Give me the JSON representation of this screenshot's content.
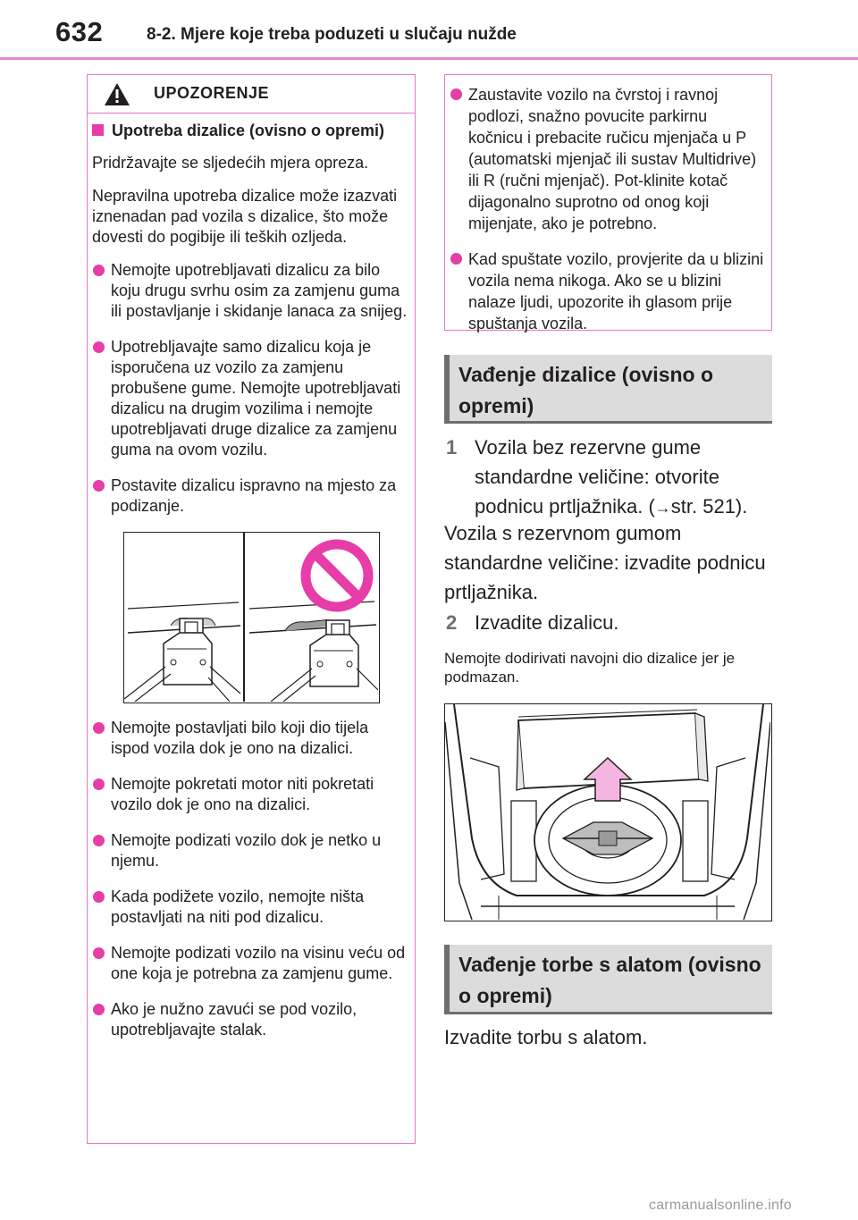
{
  "header": {
    "page_number": "632",
    "section_title": "8-2. Mjere koje treba poduzeti u slučaju nužde"
  },
  "warning": {
    "title": "UPOZORENJE",
    "subhead": "Upotreba dizalice (ovisno o opremi)",
    "intro1": "Pridržavajte se sljedećih mjera opreza.",
    "intro2": "Nepravilna upotreba dizalice može izazvati iznenadan pad vozila s dizalice, što može dovesti do pogibije ili teških ozljeda.",
    "bullets": [
      "Nemojte upotrebljavati dizalicu za bilo koju drugu svrhu osim za zamjenu guma ili postavljanje i skidanje lanaca za snijeg.",
      "Upotrebljavajte samo dizalicu koja je isporučena uz vozilo za zamjenu probušene gume. Nemojte upotrebljavati dizalicu na drugim vozilima i nemojte upotrebljavati druge dizalice za zamjenu guma na ovom vozilu.",
      "Postavite dizalicu ispravno na mjesto za podizanje."
    ],
    "bullets_after_figure": [
      "Nemojte postavljati bilo koji dio tijela ispod vozila dok je ono na dizalici.",
      "Nemojte pokretati motor niti pokretati vozilo dok je ono na dizalici.",
      "Nemojte podizati vozilo dok je netko u njemu.",
      "Kada podižete vozilo, nemojte ništa postavljati na niti pod dizalicu.",
      "Nemojte podizati vozilo na visinu veću od one koja je potrebna za zamjenu gume.",
      "Ako je nužno zavući se pod vozilo, upotrebljavajte stalak."
    ]
  },
  "warning_cont": {
    "bullets": [
      "Zaustavite vozilo na čvrstoj i ravnoj podlozi, snažno povucite parkirnu kočnicu i prebacite ručicu mjenjača u P (automatski mjenjač ili sustav Multidrive) ili R (ručni mjenjač). Pot-klinite kotač dijagonalno suprotno od onog koji mijenjate, ako je potrebno.",
      "Kad spuštate vozilo, provjerite da u blizini vozila nema nikoga. Ako se u blizini nalaze ljudi, upozorite ih glasom prije spuštanja vozila."
    ]
  },
  "section1": {
    "heading": "Vađenje dizalice (ovisno o opremi)",
    "step1_num": "1",
    "step1_text": "Vozila bez rezervne gume standardne veličine: otvorite podnicu prtljažnika. (",
    "step1_ref": "str. 521).",
    "text": "Vozila s rezervnom gumom standardne veličine: izvadite podnicu prtljažnika.",
    "step2_num": "2",
    "step2_text": "Izvadite dizalicu.",
    "note": "Nemojte dodirivati navojni dio dizalice jer je podmazan."
  },
  "section2": {
    "heading": "Vađenje torbe s alatom (ovisno o opremi)",
    "text": "Izvadite torbu s alatom."
  },
  "watermark": "carmanualsonline.info",
  "colors": {
    "accent": "#e63da9",
    "frame": "#e27ac8",
    "header_rule": "#e68ad0",
    "heading_bg": "#dcdcdd",
    "heading_bar": "#6d6e71"
  }
}
